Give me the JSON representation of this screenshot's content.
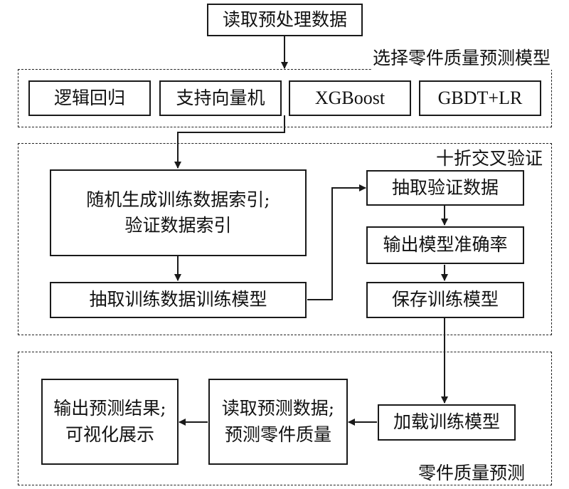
{
  "diagram": {
    "start": "读取预处理数据",
    "model_selection": {
      "title": "选择零件质量预测模型",
      "models": [
        "逻辑回归",
        "支持向量机",
        "XGBoost",
        "GBDT+LR"
      ]
    },
    "cross_validation": {
      "title": "十折交叉验证",
      "random_index": [
        "随机生成训练数据索引;",
        "验证数据索引"
      ],
      "extract_train": "抽取训练数据训练模型",
      "extract_valid": "抽取验证数据",
      "output_accuracy": "输出模型准确率",
      "save_model": "保存训练模型"
    },
    "prediction": {
      "title": "零件质量预测",
      "load_model": "加载训练模型",
      "read_predict": [
        "读取预测数据;",
        "预测零件质量"
      ],
      "output_result": [
        "输出预测结果;",
        "可视化展示"
      ]
    }
  }
}
